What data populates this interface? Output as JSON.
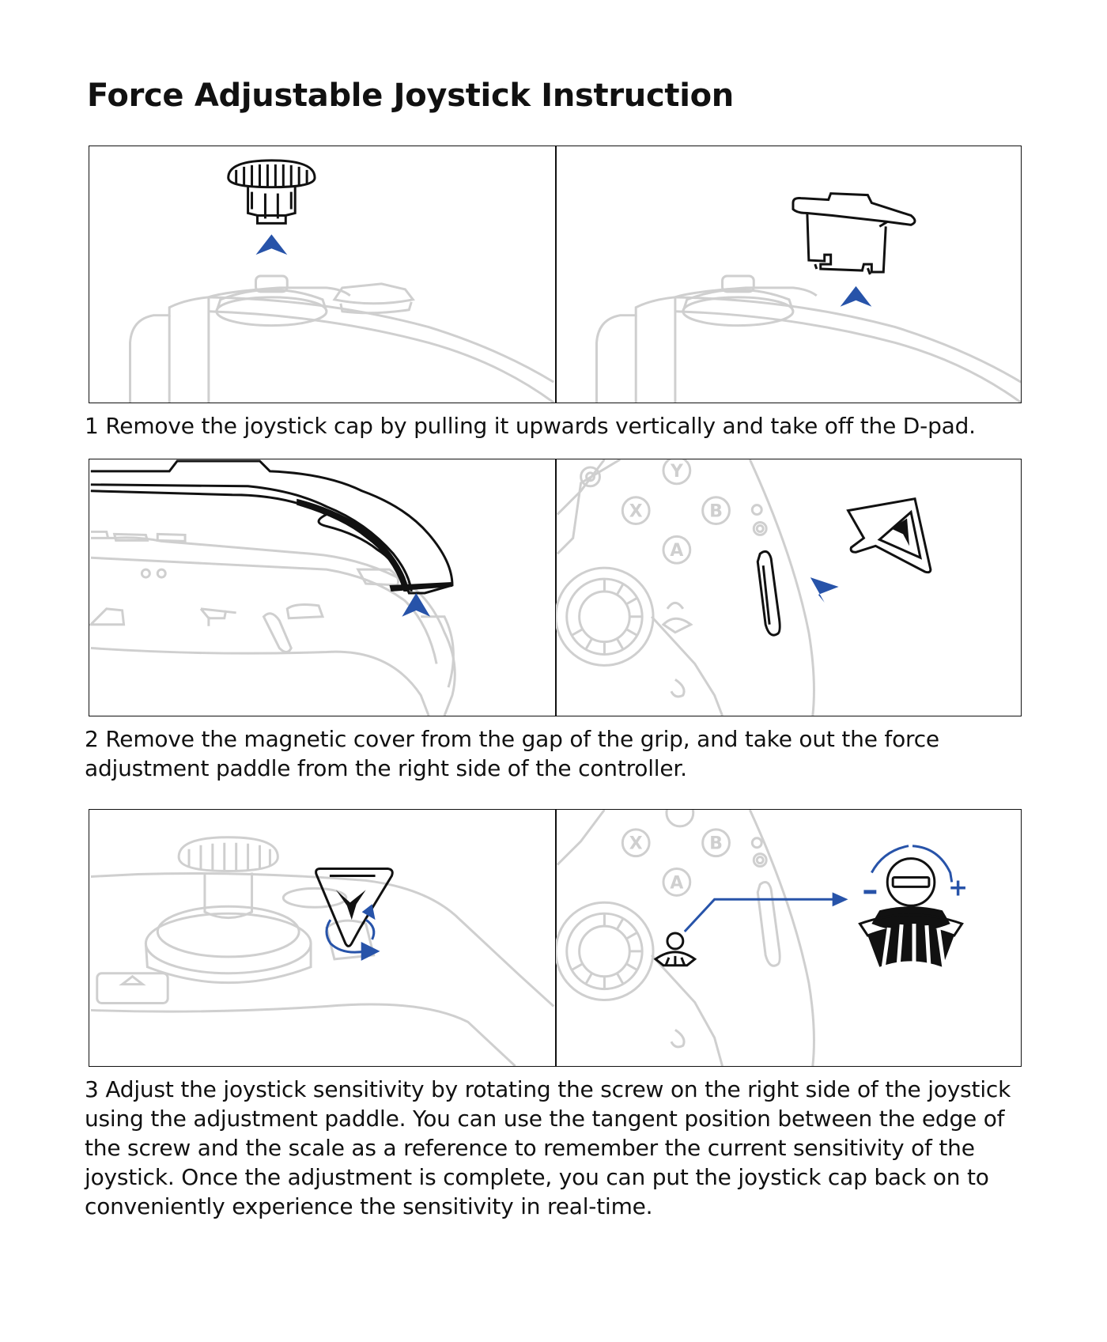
{
  "title": "Force Adjustable Joystick Instruction",
  "steps": [
    {
      "text": "1 Remove the joystick cap by pulling it upwards vertically and take off the D-pad."
    },
    {
      "text": "2 Remove the magnetic cover from the gap of the grip, and take out the force adjustment paddle from the right side of the controller."
    },
    {
      "text": "3 Adjust the joystick sensitivity by rotating the screw on the right side of the joystick using the adjustment paddle. You can use the tangent position between the edge of the screw and the scale as a reference to remember the current sensitivity of the joystick. Once the adjustment is complete, you can put the joystick cap back on to conveniently experience the sensitivity in real-time."
    }
  ],
  "buttons": {
    "y": "Y",
    "x": "X",
    "b": "B",
    "a": "A"
  },
  "scale": {
    "minus": "-",
    "plus": "+"
  },
  "colors": {
    "accent": "#2753a9",
    "ink": "#111111",
    "ghost": "#cfcfcf"
  }
}
